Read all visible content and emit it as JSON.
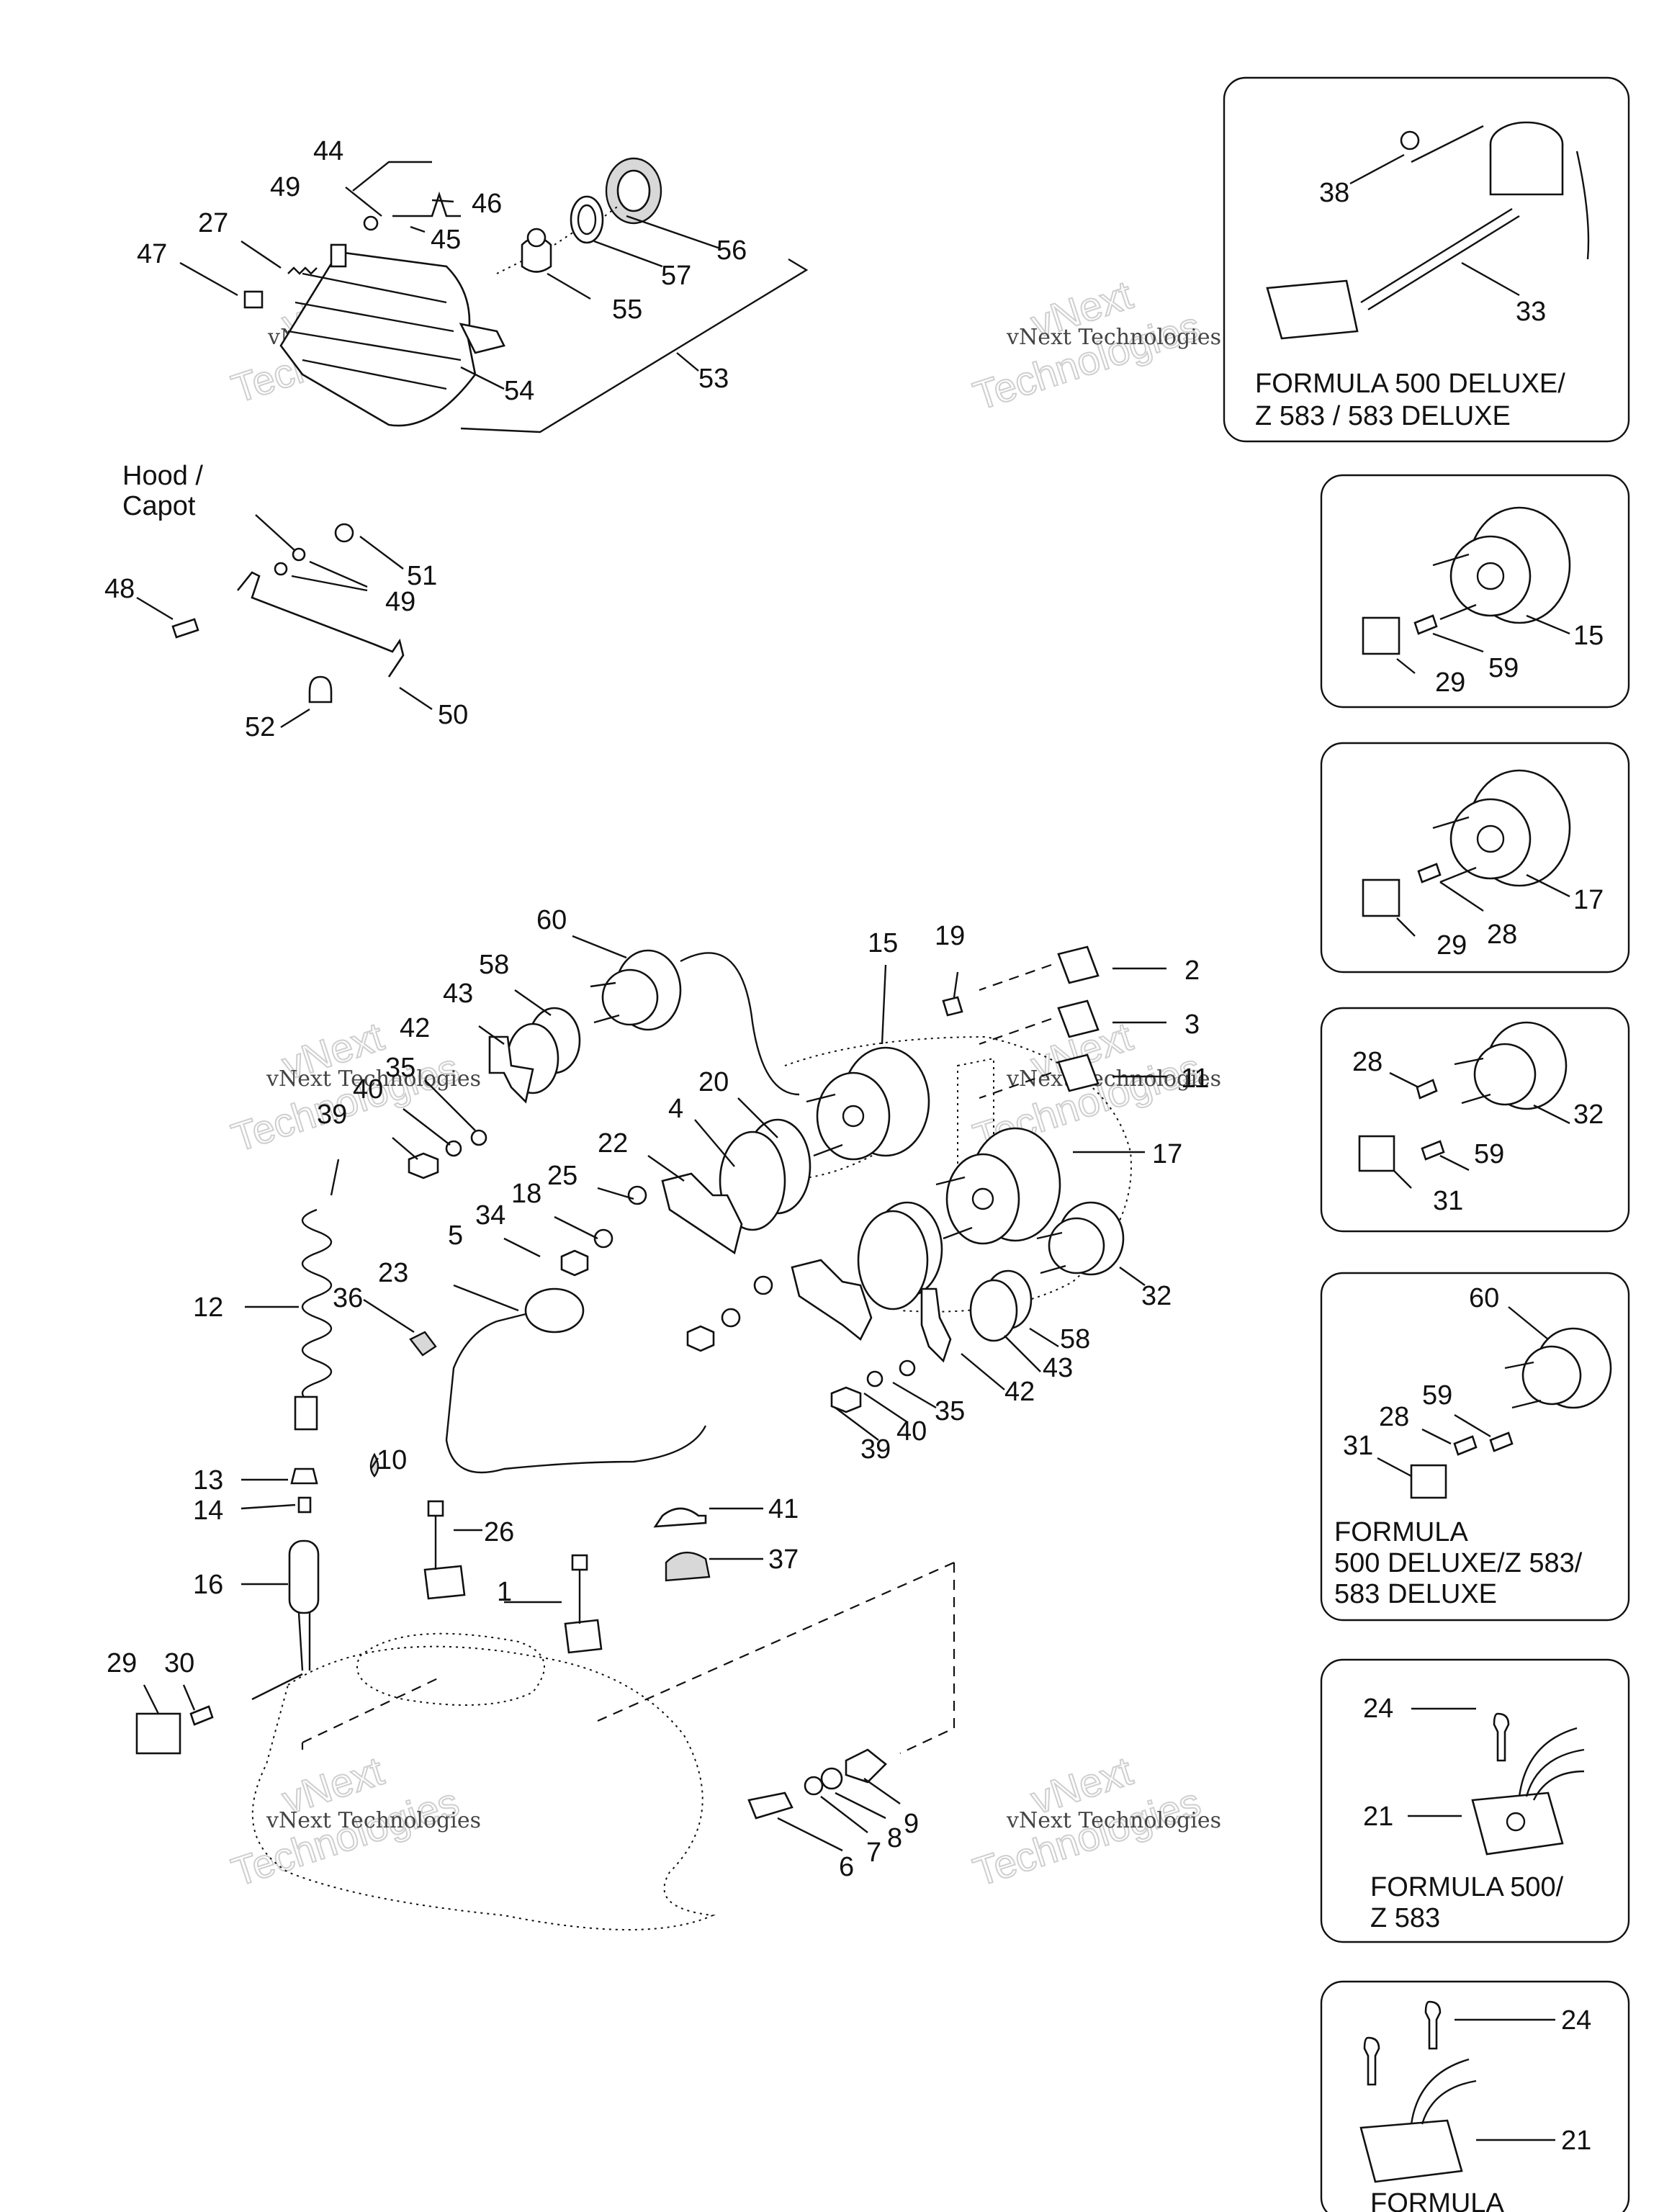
{
  "watermark": {
    "line1": "vNext Technologies",
    "outline_a": "vNext",
    "outline_b": "Technologies"
  },
  "notes": {
    "hood_line1": "Hood /",
    "hood_line2": "Capot",
    "panel1_line1": "FORMULA 500 DELUXE/",
    "panel1_line2": "Z 583 / 583 DELUXE",
    "panel5_line1": "FORMULA",
    "panel5_line2": "500 DELUXE/Z 583/",
    "panel5_line3": "583 DELUXE",
    "panel6_line1": "FORMULA 500/",
    "panel6_line2": "Z 583",
    "panel7_line1": "FORMULA"
  },
  "callouts": {
    "c44": "44",
    "c49a": "49",
    "c46": "46",
    "c27": "27",
    "c45": "45",
    "c47": "47",
    "c56": "56",
    "c57": "57",
    "c55": "55",
    "c54": "54",
    "c53": "53",
    "c51": "51",
    "c49b": "49",
    "c48": "48",
    "c50": "50",
    "c52": "52",
    "c38": "38",
    "c33": "33",
    "p2_15": "15",
    "p2_29": "29",
    "p2_59": "59",
    "p3_17": "17",
    "p3_29": "29",
    "p3_28": "28",
    "p4_28": "28",
    "p4_32": "32",
    "p4_59": "59",
    "p4_31": "31",
    "p5_60": "60",
    "p5_59": "59",
    "p5_28": "28",
    "p5_31": "31",
    "p6_24": "24",
    "p6_21": "21",
    "p7_24": "24",
    "p7_21": "21",
    "m60": "60",
    "m58": "58",
    "m43a": "43",
    "m42a": "42",
    "m35a": "35",
    "m40a": "40",
    "m39a": "39",
    "m15": "15",
    "m19": "19",
    "m2": "2",
    "m3": "3",
    "m11": "11",
    "m20": "20",
    "m4": "4",
    "m17": "17",
    "m22": "22",
    "m25": "25",
    "m18": "18",
    "m34": "34",
    "m5": "5",
    "m23": "23",
    "m36": "36",
    "m12": "12",
    "m32": "32",
    "m58b": "58",
    "m43b": "43",
    "m42b": "42",
    "m35b": "35",
    "m40b": "40",
    "m39b": "39",
    "m10": "10",
    "m13": "13",
    "m14": "14",
    "m16": "16",
    "m26": "26",
    "m1": "1",
    "m41": "41",
    "m37": "37",
    "m29": "29",
    "m30": "30",
    "m9": "9",
    "m8": "8",
    "m7": "7",
    "m6": "6"
  }
}
